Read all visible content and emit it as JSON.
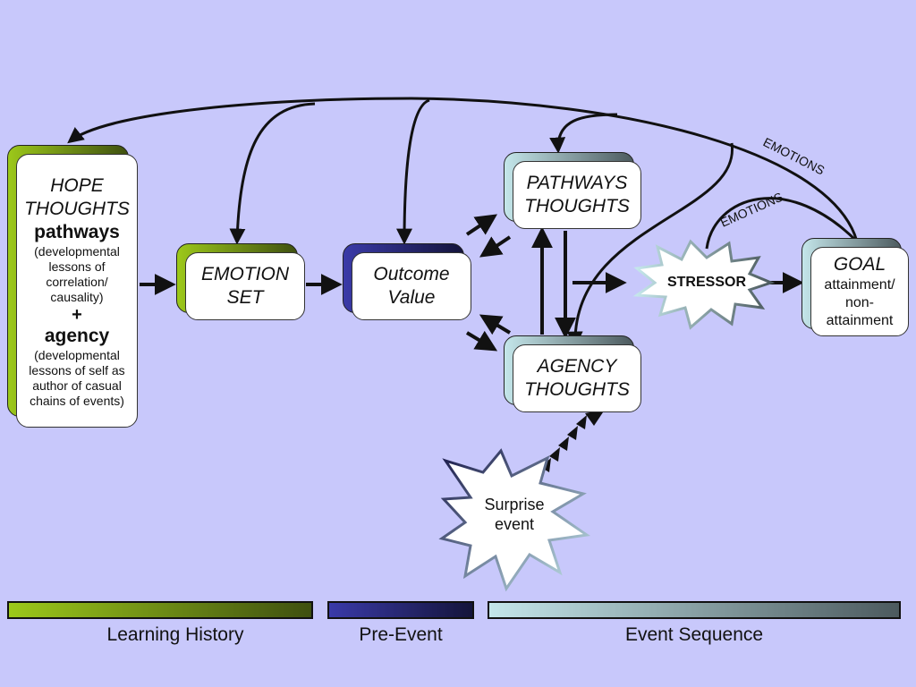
{
  "colors": {
    "background": "#c8c8fb",
    "learning_history_start": "#9cc81a",
    "learning_history_end": "#3f5010",
    "pre_event_start": "#3a3aa8",
    "pre_event_end": "#14143a",
    "event_sequence_start": "#c4e6ea",
    "event_sequence_end": "#4c5a5e"
  },
  "hope": {
    "line1": "HOPE",
    "line2": "THOUGHTS",
    "pathways": "pathways",
    "pathways_desc1": "(developmental",
    "pathways_desc2": "lessons of",
    "pathways_desc3": "correlation/",
    "pathways_desc4": "causality)",
    "plus": "+",
    "agency": "agency",
    "agency_desc1": "(developmental",
    "agency_desc2": "lessons of self as",
    "agency_desc3": "author of casual",
    "agency_desc4": "chains of events)"
  },
  "emotion_set": {
    "line1": "EMOTION",
    "line2": "SET"
  },
  "outcome_value": {
    "line1": "Outcome",
    "line2": "Value"
  },
  "pathways_thoughts": {
    "line1": "PATHWAYS",
    "line2": "THOUGHTS"
  },
  "agency_thoughts": {
    "line1": "AGENCY",
    "line2": "THOUGHTS"
  },
  "stressor": {
    "label": "STRESSOR"
  },
  "goal": {
    "title": "GOAL",
    "line1": "attainment/",
    "line2": "non-",
    "line3": "attainment"
  },
  "surprise": {
    "line1": "Surprise",
    "line2": "event"
  },
  "emotions_labels": [
    "EMOTIONS",
    "EMOTIONS"
  ],
  "legend": {
    "learning_history": "Learning History",
    "pre_event": "Pre-Event",
    "event_sequence": "Event Sequence"
  }
}
